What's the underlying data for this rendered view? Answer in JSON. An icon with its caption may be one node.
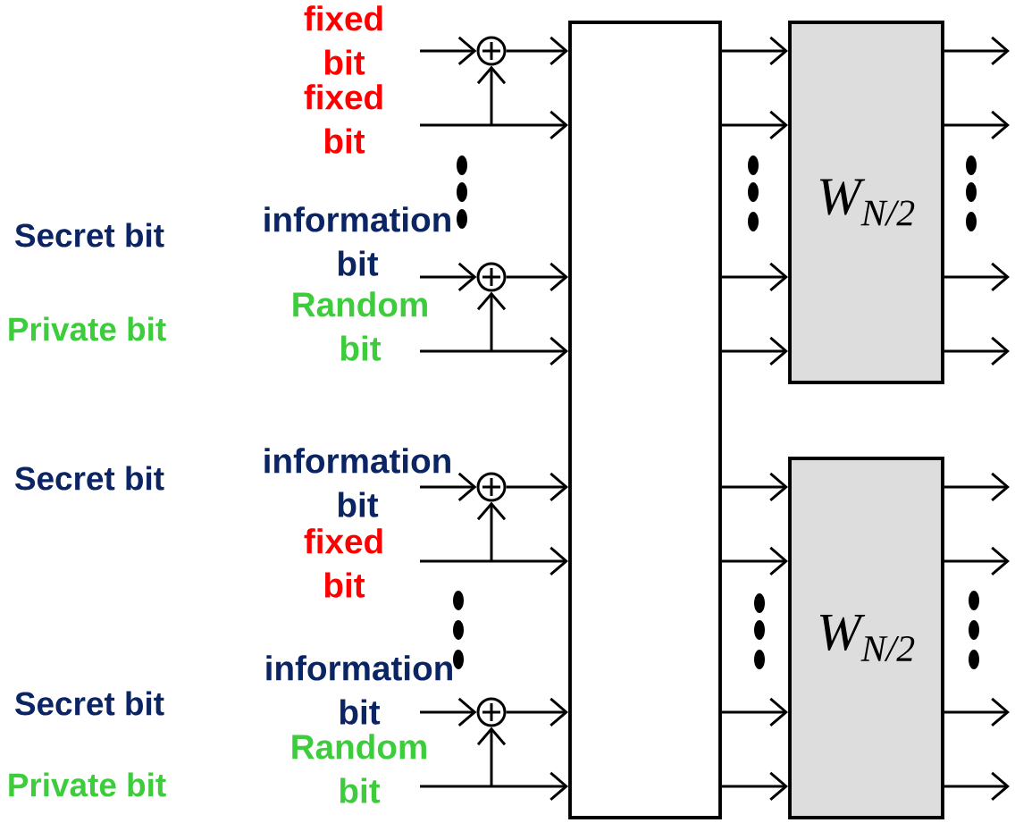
{
  "diagram": {
    "nodes": [
      {
        "text": [],
        "shape": "circle"
      },
      {
        "text": [],
        "shape": "circle"
      },
      {
        "text": [],
        "shape": "circle"
      },
      {
        "text": [],
        "shape": "circle"
      },
      {
        "text": [],
        "shape": "box"
      },
      {
        "text": [
          "W$_{N/2}$"
        ]
      },
      {
        "text": [
          "W$_{N/2}$"
        ]
      }
    ],
    "edges": [
      {
        "from": null,
        "to": 0,
        "arrow": "to",
        "label": "fixed bit"
      },
      {
        "from": 0,
        "to": 4,
        "arrow": "to"
      },
      {
        "from": null,
        "to": 4,
        "arrow": "to",
        "label": "fixed bit"
      },
      {
        "from": null,
        "to": 0,
        "arrow": "to"
      },
      {
        "from": null,
        "to": 1,
        "arrow": "to",
        "label": "information bit"
      },
      {
        "from": 1,
        "to": 4,
        "arrow": "to"
      },
      {
        "from": null,
        "to": 4,
        "arrow": "to",
        "label": "Random bit"
      },
      {
        "from": null,
        "to": 1,
        "arrow": "to"
      },
      {
        "from": null,
        "to": 2,
        "arrow": "to",
        "label": "information bit"
      },
      {
        "from": 2,
        "to": 4,
        "arrow": "to"
      },
      {
        "from": null,
        "to": 4,
        "arrow": "to",
        "label": "fixed bit"
      },
      {
        "from": null,
        "to": 2,
        "arrow": "to"
      },
      {
        "from": null,
        "to": 3,
        "arrow": "to",
        "label": "information bit"
      },
      {
        "from": 3,
        "to": 4,
        "arrow": "to"
      },
      {
        "from": null,
        "to": 4,
        "arrow": "to",
        "label": "Random bit"
      },
      {
        "from": null,
        "to": 3,
        "arrow": "to"
      },
      {
        "from": 4,
        "to": 5,
        "arrow": "to"
      },
      {
        "from": 4,
        "to": 5,
        "arrow": "to"
      },
      {
        "from": 4,
        "to": 5,
        "arrow": "to"
      },
      {
        "from": 4,
        "to": 5,
        "arrow": "to"
      },
      {
        "from": 4,
        "to": 6,
        "arrow": "to"
      },
      {
        "from": 4,
        "to": 6,
        "arrow": "to"
      },
      {
        "from": 4,
        "to": 6,
        "arrow": "to"
      },
      {
        "from": 4,
        "to": 6,
        "arrow": "to"
      },
      {
        "from": 5,
        "to": null,
        "arrow": "to"
      },
      {
        "from": 5,
        "to": null,
        "arrow": "to"
      },
      {
        "from": 5,
        "to": null,
        "arrow": "to"
      },
      {
        "from": 5,
        "to": null,
        "arrow": "to"
      },
      {
        "from": 6,
        "to": null,
        "arrow": "to"
      },
      {
        "from": 6,
        "to": null,
        "arrow": "to"
      },
      {
        "from": 6,
        "to": null,
        "arrow": "to"
      },
      {
        "from": 6,
        "to": null,
        "arrow": "to"
      }
    ],
    "labels": [
      "Secret bit",
      "Private bit",
      "Secret bit",
      "Secret bit",
      "Private bit"
    ]
  }
}
